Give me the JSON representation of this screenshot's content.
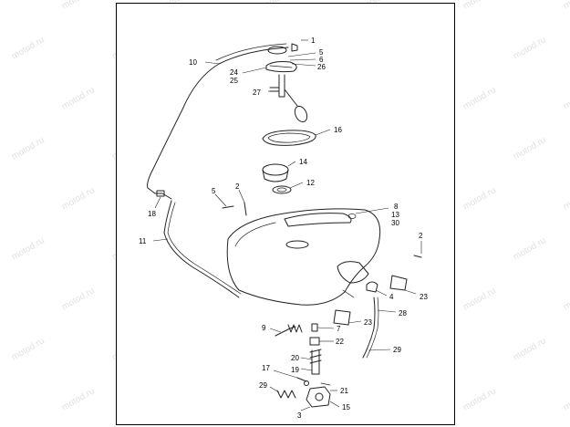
{
  "watermark": "motod.ru",
  "callouts": [
    {
      "id": "c1",
      "text": "1"
    },
    {
      "id": "c5a",
      "text": "5"
    },
    {
      "id": "c6",
      "text": "6"
    },
    {
      "id": "c26",
      "text": "26"
    },
    {
      "id": "c24",
      "text": "24"
    },
    {
      "id": "c25",
      "text": "25"
    },
    {
      "id": "c10",
      "text": "10"
    },
    {
      "id": "c27",
      "text": "27"
    },
    {
      "id": "c16",
      "text": "16"
    },
    {
      "id": "c14",
      "text": "14"
    },
    {
      "id": "c12",
      "text": "12"
    },
    {
      "id": "c5b",
      "text": "5"
    },
    {
      "id": "c2a",
      "text": "2"
    },
    {
      "id": "c18",
      "text": "18"
    },
    {
      "id": "c8",
      "text": "8"
    },
    {
      "id": "c13",
      "text": "13"
    },
    {
      "id": "c30",
      "text": "30"
    },
    {
      "id": "c11",
      "text": "11"
    },
    {
      "id": "c2b",
      "text": "2"
    },
    {
      "id": "c4",
      "text": "4"
    },
    {
      "id": "c23a",
      "text": "23"
    },
    {
      "id": "c28",
      "text": "28"
    },
    {
      "id": "c23b",
      "text": "23"
    },
    {
      "id": "c9",
      "text": "9"
    },
    {
      "id": "c7",
      "text": "7"
    },
    {
      "id": "c22",
      "text": "22"
    },
    {
      "id": "c29a",
      "text": "29"
    },
    {
      "id": "c20",
      "text": "20"
    },
    {
      "id": "c19",
      "text": "19"
    },
    {
      "id": "c17",
      "text": "17"
    },
    {
      "id": "c21",
      "text": "21"
    },
    {
      "id": "c29b",
      "text": "29"
    },
    {
      "id": "c15",
      "text": "15"
    },
    {
      "id": "c3",
      "text": "3"
    }
  ]
}
